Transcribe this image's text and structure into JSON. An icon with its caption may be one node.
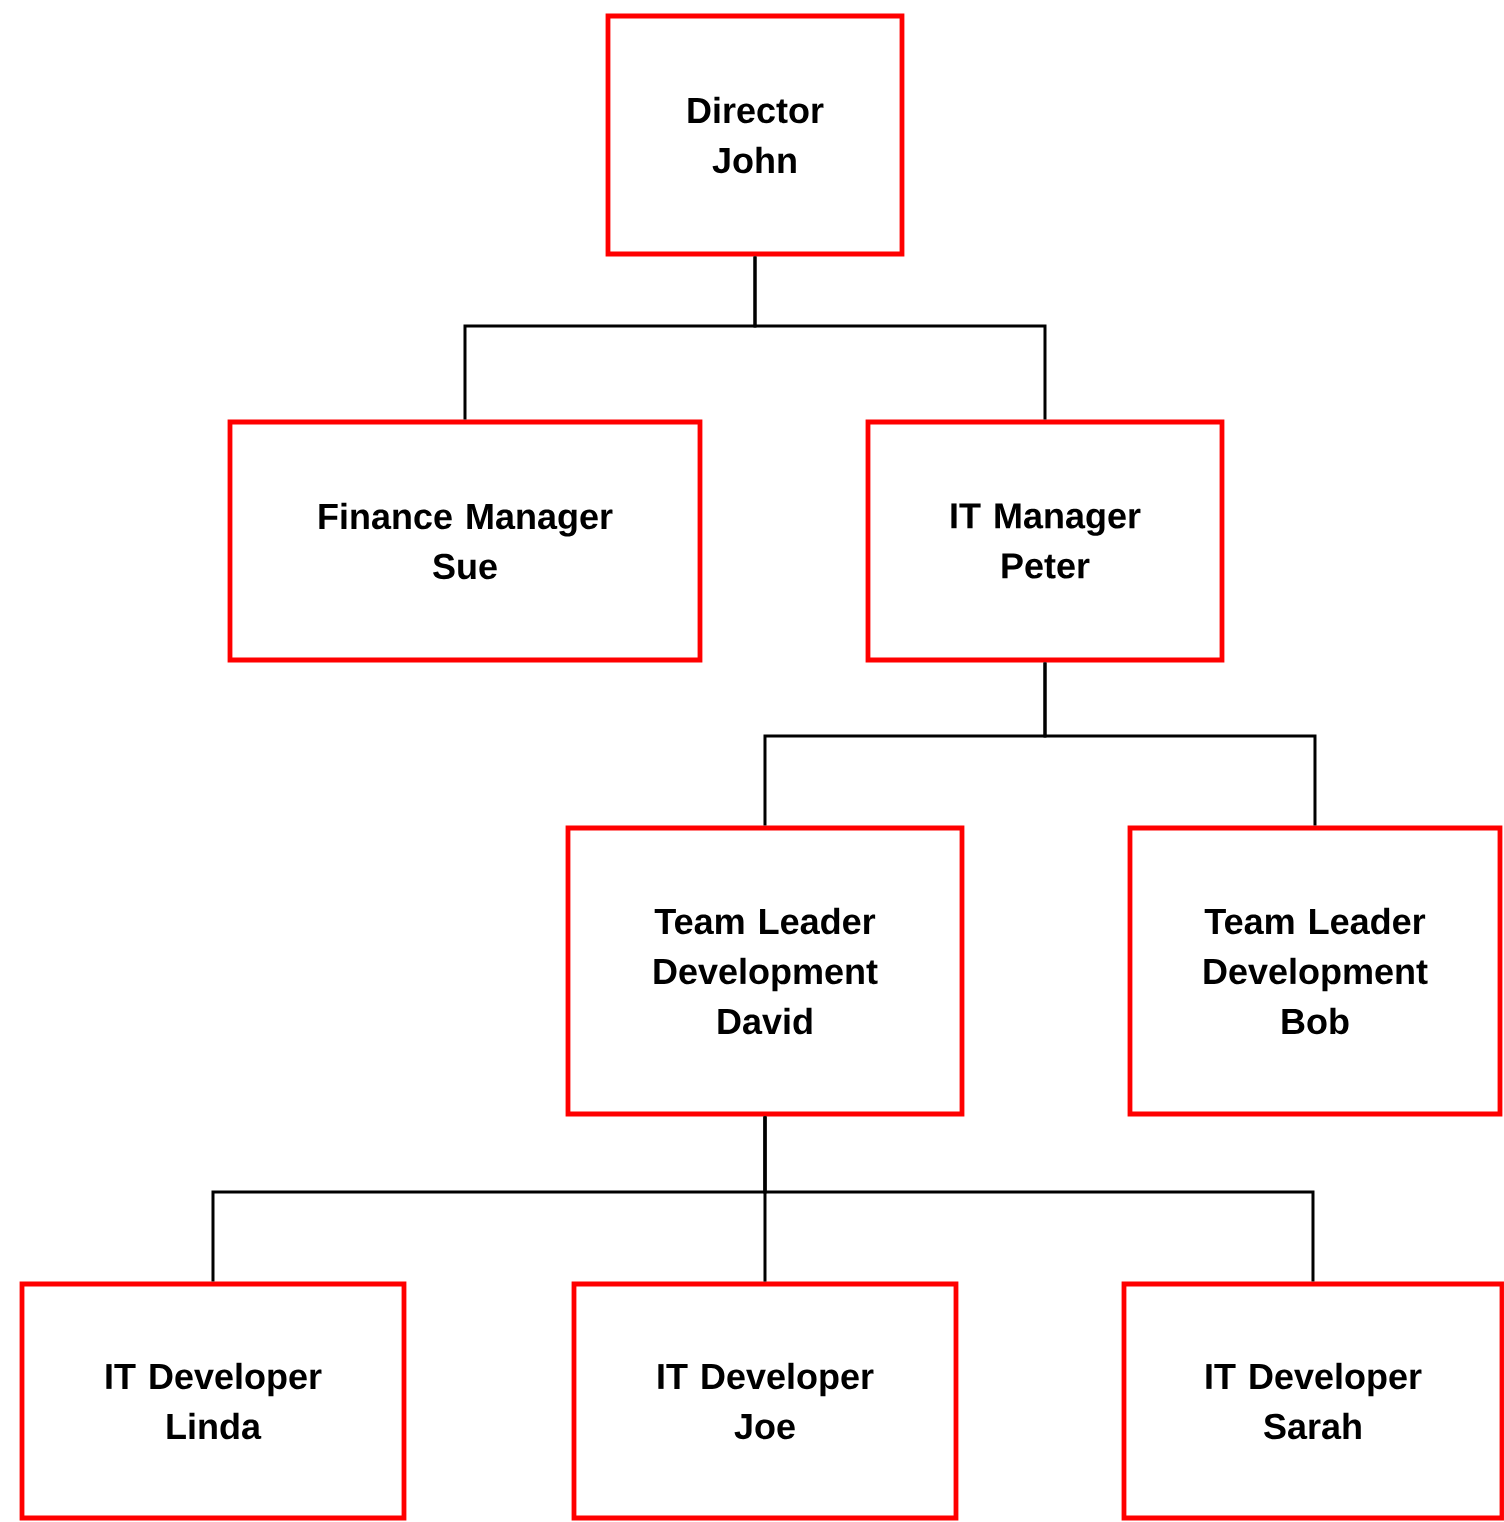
{
  "diagram": {
    "nodes": [
      {
        "text": [
          "Director",
          "John"
        ]
      },
      {
        "text": [
          "Finance Manager",
          "Sue"
        ]
      },
      {
        "text": [
          "IT Manager",
          "Peter"
        ]
      },
      {
        "text": [
          "Team Leader Development",
          "David"
        ]
      },
      {
        "text": [
          "Team Leader Development",
          "Bob"
        ]
      },
      {
        "text": [
          "IT Developer",
          "Linda"
        ]
      },
      {
        "text": [
          "IT Developer",
          "Joe"
        ]
      },
      {
        "text": [
          "IT Developer",
          "Sarah"
        ]
      }
    ],
    "edges": [
      {
        "from": 0,
        "to": 1,
        "arrow": "none"
      },
      {
        "from": 0,
        "to": 2,
        "arrow": "none"
      },
      {
        "from": 2,
        "to": 3,
        "arrow": "none"
      },
      {
        "from": 2,
        "to": 4,
        "arrow": "none"
      },
      {
        "from": 3,
        "to": 5,
        "arrow": "none"
      },
      {
        "from": 3,
        "to": 6,
        "arrow": "none"
      },
      {
        "from": 3,
        "to": 7,
        "arrow": "none"
      }
    ]
  }
}
